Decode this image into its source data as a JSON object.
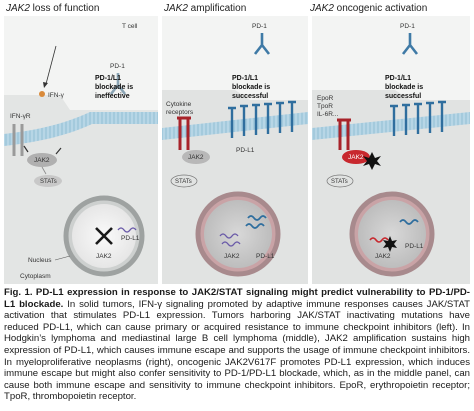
{
  "panels": [
    {
      "title_gene": "JAK2",
      "title_rest": " loss of function",
      "tcell": "T cell",
      "pd1": "PD-1",
      "blockade_lines": [
        "PD-1/L1",
        "blockade is",
        "ineffective"
      ],
      "ifng": "IFN-γ",
      "ifngr": "IFN-γR",
      "jak2": "JAK2",
      "stats": "STATs",
      "pdl1": "PD-L1",
      "jak2_nucleus": "JAK2",
      "nucleus": "Nucleus",
      "cytoplasm": "Cytoplasm"
    },
    {
      "title_gene": "JAK2",
      "title_rest": " amplification",
      "pd1": "PD-1",
      "blockade_lines": [
        "PD-1/L1",
        "blockade is",
        "successful"
      ],
      "receptors_lines": [
        "Cytokine",
        "receptors"
      ],
      "jak2": "JAK2",
      "pdl1": "PD-L1",
      "stats": "STATs",
      "jak2_nucleus": "JAK2",
      "pdl1_nucleus": "PD-L1"
    },
    {
      "title_gene": "JAK2",
      "title_rest": " oncogenic activation",
      "pd1": "PD-1",
      "blockade_lines": [
        "PD-1/L1",
        "blockade is",
        "successful"
      ],
      "receptors_lines": [
        "EpoR",
        "TpoR",
        "IL-6R..."
      ],
      "jak2": "JAK2",
      "stats": "STATs",
      "jak2_nucleus": "JAK2",
      "pdl1_nucleus": "PD-L1"
    }
  ],
  "caption": {
    "bold": "Fig. 1. PD-L1 expression in response to JAK2/STAT signaling might predict vulnerability to PD-1/PD-L1 blockade.",
    "body": " In solid tumors, IFN-γ signaling promoted by adaptive immune responses causes JAK/STAT activation that stimulates PD-L1 expression. Tumors harboring JAK/STAT inactivating mutations have reduced PD-L1, which can cause primary or acquired resistance to immune checkpoint inhibitors (left). In Hodgkin’s lymphoma and mediastinal large B cell lymphoma (middle), JAK2 amplification sustains high expression of PD-L1, which causes immune escape and supports the usage of immune checkpoint inhibitors. In myeloproliferative neoplasms (right), oncogenic JAK2V617F promotes PD-L1 expression, which induces immune escape but might also confer sensitivity to PD-1/PD-L1 blockade, which, as in the middle panel, can cause both immune escape and sensitivity to immune checkpoint inhibitors. EpoR, erythropoietin receptor; TpoR, thrombopoietin receptor."
  },
  "colors": {
    "panel_bg": "#e3e5e4",
    "tcell_bg": "#f4f5f4",
    "membrane": "#a9cfe0",
    "pdl1": "#2f6e9e",
    "receptor_red": "#a8232a",
    "jak2_red": "#c8282e",
    "grey_node": "#9a9a9a"
  }
}
